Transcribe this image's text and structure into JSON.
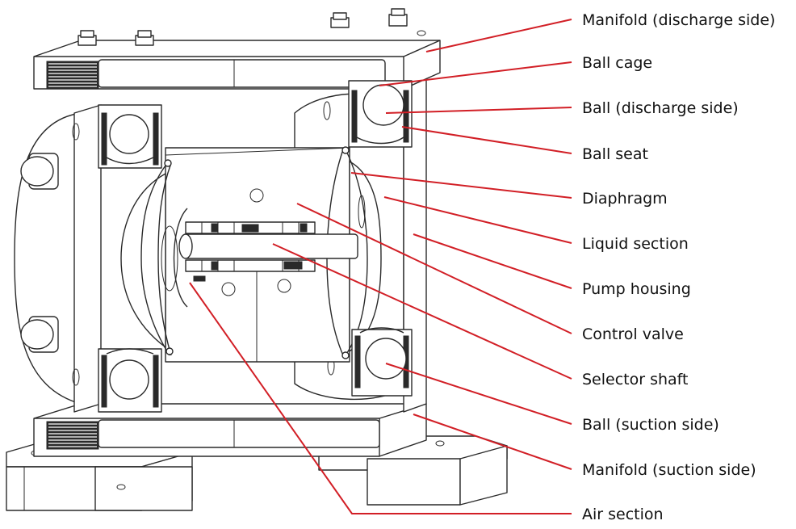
{
  "diagram": {
    "colors": {
      "leader": "#d21f26",
      "outline": "#2a2a2a",
      "text": "#111111"
    },
    "labels": [
      {
        "id": "manifold-discharge",
        "text": "Manifold (discharge side)"
      },
      {
        "id": "ball-cage",
        "text": "Ball cage"
      },
      {
        "id": "ball-discharge",
        "text": "Ball (discharge side)"
      },
      {
        "id": "ball-seat",
        "text": "Ball seat"
      },
      {
        "id": "diaphragm",
        "text": "Diaphragm"
      },
      {
        "id": "liquid-section",
        "text": "Liquid section"
      },
      {
        "id": "pump-housing",
        "text": "Pump housing"
      },
      {
        "id": "control-valve",
        "text": "Control valve"
      },
      {
        "id": "selector-shaft",
        "text": "Selector shaft"
      },
      {
        "id": "ball-suction",
        "text": "Ball (suction side)"
      },
      {
        "id": "manifold-suction",
        "text": "Manifold (suction side)"
      },
      {
        "id": "air-section",
        "text": "Air section"
      }
    ]
  }
}
